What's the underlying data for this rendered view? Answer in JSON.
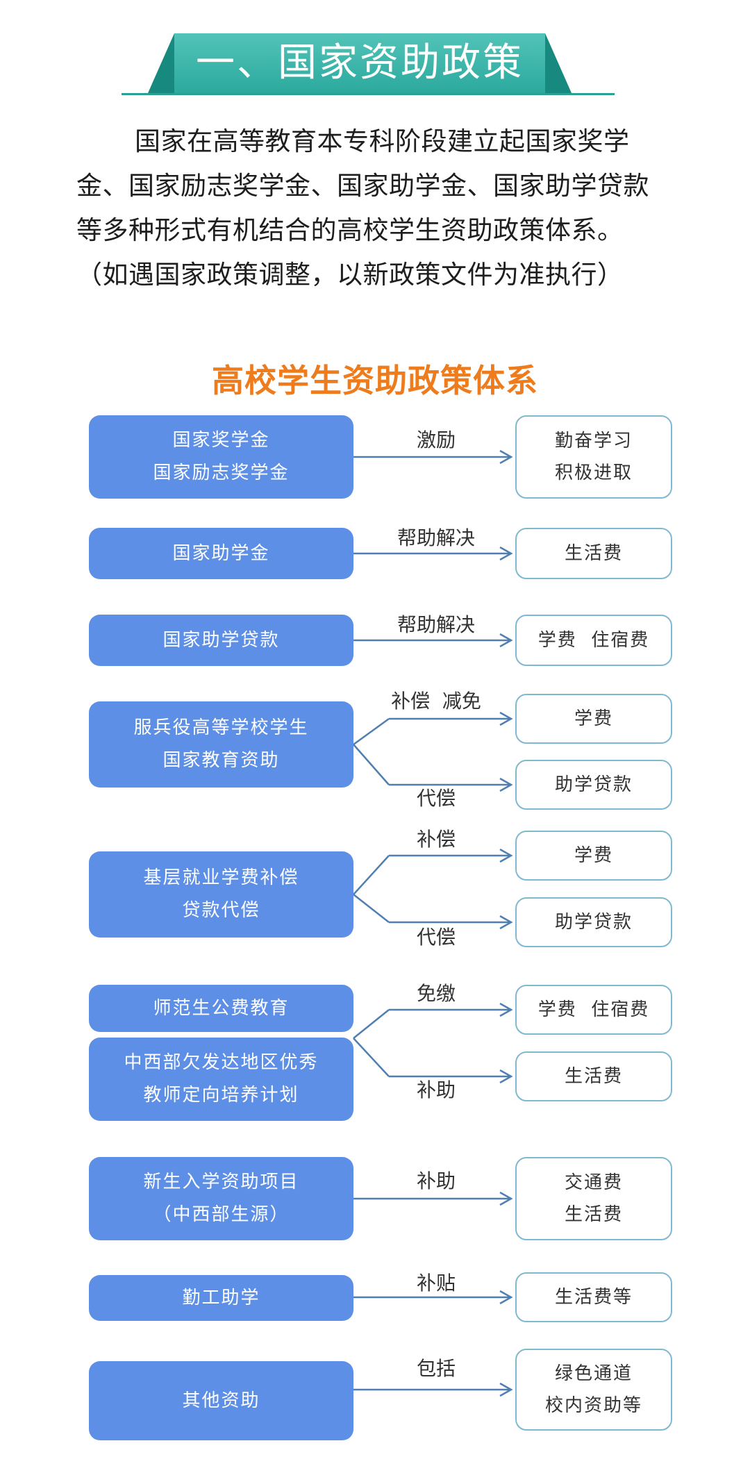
{
  "header": {
    "title": "一、国家资助政策"
  },
  "intro": {
    "lines": [
      "国家在高等教育本专科阶段建立起国家奖学",
      "金、国家励志奖学金、国家助学金、国家助学贷款",
      "等多种形式有机结合的高校学生资助政策体系。",
      "（如遇国家政策调整，以新政策文件为准执行）"
    ]
  },
  "diagram": {
    "title": "高校学生资助政策体系",
    "rows": [
      {
        "left": [
          "国家奖学金",
          "国家励志奖学金"
        ],
        "edges": [
          {
            "label": "激励",
            "target": [
              "勤奋学习",
              "积极进取"
            ]
          }
        ]
      },
      {
        "left": [
          "国家助学金"
        ],
        "edges": [
          {
            "label": "帮助解决",
            "target": [
              "生活费"
            ]
          }
        ]
      },
      {
        "left": [
          "国家助学贷款"
        ],
        "edges": [
          {
            "label": "帮助解决",
            "target": [
              "学费  住宿费"
            ]
          }
        ]
      },
      {
        "left": [
          "服兵役高等学校学生",
          "国家教育资助"
        ],
        "edges": [
          {
            "label": "补偿  减免",
            "target": [
              "学费"
            ]
          },
          {
            "label": "代偿",
            "target": [
              "助学贷款"
            ]
          }
        ]
      },
      {
        "left": [
          "基层就业学费补偿",
          "贷款代偿"
        ],
        "edges": [
          {
            "label": "补偿",
            "target": [
              "学费"
            ]
          },
          {
            "label": "代偿",
            "target": [
              "助学贷款"
            ]
          }
        ]
      },
      {
        "left": [
          "师范生公费教育"
        ],
        "left_extra": [
          "中西部欠发达地区优秀",
          "教师定向培养计划"
        ],
        "edges": [
          {
            "label": "免缴",
            "target": [
              "学费  住宿费"
            ]
          },
          {
            "label": "补助",
            "target": [
              "生活费"
            ]
          }
        ]
      },
      {
        "left": [
          "新生入学资助项目",
          "（中西部生源）"
        ],
        "edges": [
          {
            "label": "补助",
            "target": [
              "交通费",
              "生活费"
            ]
          }
        ]
      },
      {
        "left": [
          "勤工助学"
        ],
        "edges": [
          {
            "label": "补贴",
            "target": [
              "生活费等"
            ]
          }
        ]
      },
      {
        "left": [
          "其他资助"
        ],
        "edges": [
          {
            "label": "包括",
            "target": [
              "绿色通道",
              "校内资助等"
            ]
          }
        ]
      }
    ]
  },
  "colors": {
    "header_teal": "#2ca99d",
    "title_orange": "#ee7b1c",
    "left_box_blue": "#5d8fe6",
    "right_box_border": "#7fb8d0",
    "connector": "#4f7fb0"
  }
}
